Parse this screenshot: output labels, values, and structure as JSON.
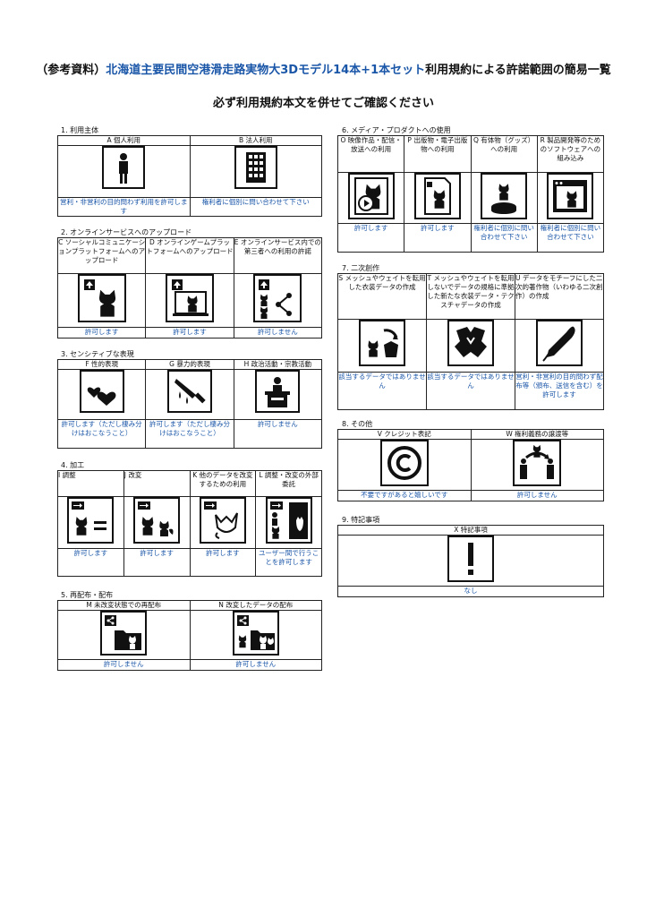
{
  "title": {
    "prefix": "（参考資料）",
    "product": "北海道主要民間空港滑走路実物大3Dモデル14本+1本セット",
    "suffix": "利用規約による許諾範囲の簡易一覧",
    "subtitle": "必ず利用規約本文を併せてご確認ください"
  },
  "sections": {
    "s1": {
      "label": "1. 利用主体",
      "cols": [
        {
          "head": "A 個人利用",
          "icon": "person-icon",
          "text": "営利・非営利の目的問わず利用を許可します"
        },
        {
          "head": "B 法人利用",
          "icon": "building-icon",
          "text": "権利者に個別に問い合わせて下さい"
        }
      ]
    },
    "s2": {
      "label": "2. オンラインサービスへのアップロード",
      "cols": [
        {
          "head": "C ソーシャルコミュニケーションプラットフォームへのアップロード",
          "icon": "upload-social-icon",
          "text": "許可します"
        },
        {
          "head": "D オンラインゲームプラットフォームへのアップロード",
          "icon": "upload-game-icon",
          "text": "許可します"
        },
        {
          "head": "E オンラインサービス内での第三者への利用の許諾",
          "icon": "share-third-party-icon",
          "text": "許可しません"
        }
      ]
    },
    "s3": {
      "label": "3. センシティブな表現",
      "cols": [
        {
          "head": "F 性的表現",
          "icon": "hearts-icon",
          "text": "許可します（ただし棲み分けはおこなうこと）"
        },
        {
          "head": "G 暴力的表現",
          "icon": "knife-icon",
          "text": "許可します（ただし棲み分けはおこなうこと）"
        },
        {
          "head": "H 政治活動・宗教活動",
          "icon": "podium-icon",
          "text": "許可しません"
        }
      ]
    },
    "s4": {
      "label": "4. 加工",
      "cols": [
        {
          "head": "I 調整",
          "icon": "adjust-icon",
          "text": "許可します"
        },
        {
          "head": "J 改変",
          "icon": "modify-icon",
          "text": "許可します"
        },
        {
          "head": "K 他のデータを改変するための利用",
          "icon": "reuse-icon",
          "text": "許可します"
        },
        {
          "head": "L 調整・改変の外部委託",
          "icon": "outsource-icon",
          "text": "ユーザー間で行うことを許可します"
        }
      ]
    },
    "s5": {
      "label": "5. 再配布・配布",
      "cols": [
        {
          "head": "M 未改変状態での再配布",
          "icon": "redistribute-icon",
          "text": "許可しません"
        },
        {
          "head": "N 改変したデータの配布",
          "icon": "distribute-modified-icon",
          "text": "許可しません"
        }
      ]
    },
    "s6": {
      "label": "6. メディア・プロダクトへの使用",
      "cols": [
        {
          "head": "O 映像作品・配信・放送への利用",
          "icon": "video-icon",
          "text": "許可します"
        },
        {
          "head": "P 出版物・電子出版物への利用",
          "icon": "publication-icon",
          "text": "許可します"
        },
        {
          "head": "Q 有体物（グッズ）への利用",
          "icon": "figure-icon",
          "text": "権利者に個別に問い合わせて下さい"
        },
        {
          "head": "R 製品開発等のためのソフトウェアへの組み込み",
          "icon": "software-icon",
          "text": "権利者に個別に問い合わせて下さい"
        }
      ]
    },
    "s7": {
      "label": "7. 二次創作",
      "cols": [
        {
          "head": "S メッシュやウェイトを転用した衣装データの作成",
          "icon": "mesh-icon",
          "text": "該当するデータではありません"
        },
        {
          "head": "T メッシュやウェイトを転用しないでデータの規格に準拠した新たな衣装データ・テクスチャデータの作成",
          "icon": "costume-icon",
          "text": "該当するデータではありません"
        },
        {
          "head": "U データをモチーフにした二次的著作物（いわゆる二次創作）の作成",
          "icon": "pen-icon",
          "text": "営利・非営利の目的問わず配布等（頒布、送信を含む）を許可します"
        }
      ]
    },
    "s8": {
      "label": "8. その他",
      "cols": [
        {
          "head": "V クレジット表記",
          "icon": "copyright-icon",
          "text": "不要ですがあると嬉しいです"
        },
        {
          "head": "W 権利義務の譲渡等",
          "icon": "transfer-icon",
          "text": "許可しません"
        }
      ]
    },
    "s9": {
      "label": "9. 特記事項",
      "cols": [
        {
          "head": "X 特記事項",
          "icon": "exclamation-icon",
          "text": "なし"
        }
      ]
    }
  }
}
